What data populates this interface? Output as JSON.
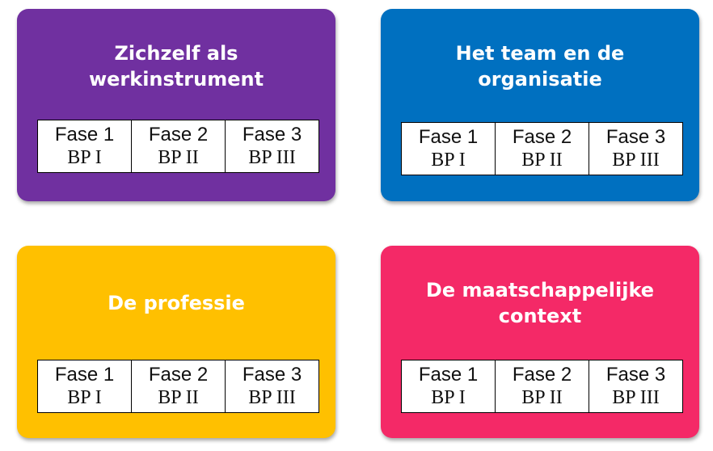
{
  "cards": [
    {
      "title_lines": [
        "Zichzelf als",
        "werkinstrument"
      ],
      "color": "#7030A0",
      "phases": [
        {
          "name": "Fase 1",
          "bp": "BP I"
        },
        {
          "name": "Fase 2",
          "bp": "BP II"
        },
        {
          "name": "Fase 3",
          "bp": "BP III"
        }
      ]
    },
    {
      "title_lines": [
        "Het team en de",
        "organisatie"
      ],
      "color": "#0070C0",
      "phases": [
        {
          "name": "Fase 1",
          "bp": "BP I"
        },
        {
          "name": "Fase 2",
          "bp": "BP II"
        },
        {
          "name": "Fase 3",
          "bp": "BP III"
        }
      ]
    },
    {
      "title_lines": [
        "De professie"
      ],
      "color": "#FFC000",
      "phases": [
        {
          "name": "Fase 1",
          "bp": "BP I"
        },
        {
          "name": "Fase 2",
          "bp": "BP II"
        },
        {
          "name": "Fase 3",
          "bp": "BP III"
        }
      ]
    },
    {
      "title_lines": [
        "De maatschappelijke",
        "context"
      ],
      "color": "#F42967",
      "phases": [
        {
          "name": "Fase 1",
          "bp": "BP I"
        },
        {
          "name": "Fase 2",
          "bp": "BP II"
        },
        {
          "name": "Fase 3",
          "bp": "BP III"
        }
      ]
    }
  ]
}
